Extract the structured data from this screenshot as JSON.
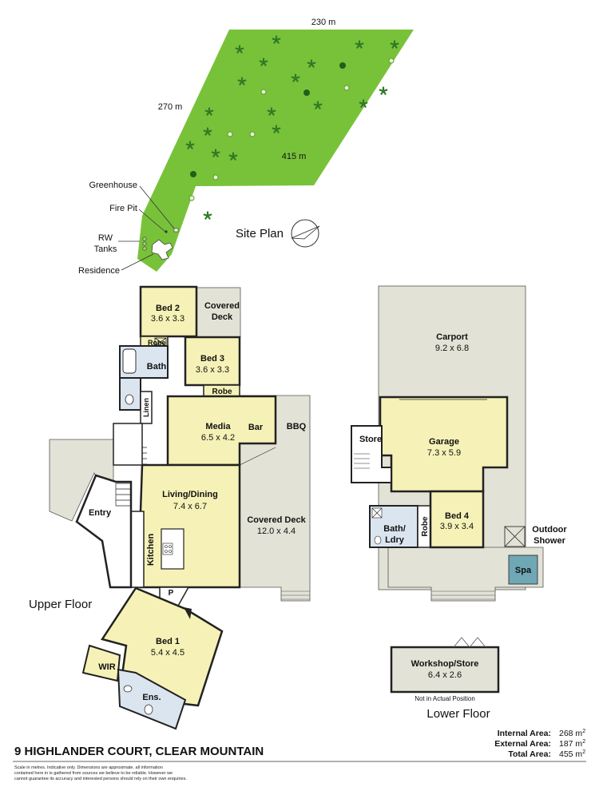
{
  "colors": {
    "lawn": "#78c23a",
    "yellow": "#f6f2b7",
    "covered": "#e3e2d6",
    "wet": "#dbe5f0",
    "spa": "#6fa7b5",
    "wall": "#222222"
  },
  "site_plan": {
    "title": "Site Plan",
    "dim_top": "230 m",
    "dim_left": "270 m",
    "dim_diag": "415 m",
    "labels": {
      "greenhouse": "Greenhouse",
      "fire_pit": "Fire Pit",
      "rw": "RW",
      "tanks": "Tanks",
      "residence": "Residence"
    },
    "compass_icon": "north-arrow-icon"
  },
  "upper_floor": {
    "title": "Upper Floor",
    "rooms": {
      "bed2": {
        "name": "Bed 2",
        "dims": "3.6 x 3.3"
      },
      "covered_deck_small": {
        "name1": "Covered",
        "name2": "Deck"
      },
      "robe1": {
        "name": "Robe"
      },
      "bath": {
        "name": "Bath"
      },
      "bed3": {
        "name": "Bed 3",
        "dims": "3.6 x 3.3"
      },
      "robe2": {
        "name": "Robe"
      },
      "linen": {
        "name": "Linen"
      },
      "media": {
        "name": "Media",
        "dims": "6.5 x 4.2"
      },
      "bar": {
        "name": "Bar"
      },
      "bbq": {
        "name": "BBQ"
      },
      "living": {
        "name": "Living/Dining",
        "dims": "7.4 x 6.7"
      },
      "entry": {
        "name": "Entry"
      },
      "kitchen": {
        "name": "Kitchen"
      },
      "covered_deck_large": {
        "name": "Covered Deck",
        "dims": "12.0 x 4.4"
      },
      "pantry": {
        "name": "P"
      },
      "bed1": {
        "name": "Bed 1",
        "dims": "5.4 x 4.5"
      },
      "wir": {
        "name": "WIR"
      },
      "ens": {
        "name": "Ens."
      }
    }
  },
  "lower_floor": {
    "title": "Lower Floor",
    "rooms": {
      "carport": {
        "name": "Carport",
        "dims": "9.2 x 6.8"
      },
      "store": {
        "name": "Store"
      },
      "garage": {
        "name": "Garage",
        "dims": "7.3 x 5.9"
      },
      "bath_ldry": {
        "name1": "Bath/",
        "name2": "Ldry"
      },
      "robe": {
        "name": "Robe"
      },
      "bed4": {
        "name": "Bed 4",
        "dims": "3.9 x 3.4"
      },
      "outdoor_shower": {
        "name1": "Outdoor",
        "name2": "Shower"
      },
      "spa": {
        "name": "Spa"
      },
      "workshop": {
        "name": "Workshop/Store",
        "dims": "6.4 x 2.6"
      },
      "not_actual": "Not in Actual Position"
    }
  },
  "address": "9 HIGHLANDER COURT, CLEAR MOUNTAIN",
  "areas": [
    {
      "label": "Internal Area:",
      "value": "268 m",
      "sup": "2"
    },
    {
      "label": "External Area:",
      "value": "187 m",
      "sup": "2"
    },
    {
      "label": "Total Area:",
      "value": "455 m",
      "sup": "2"
    }
  ],
  "disclaimer": [
    "Scale in metres. Indicative only. Dimensions are approximate. all information",
    "contained here in is gathered from sources we believe to be reliable. However we",
    "cannot guarantee its accuracy and interested persons should rely on their own enquiries."
  ]
}
